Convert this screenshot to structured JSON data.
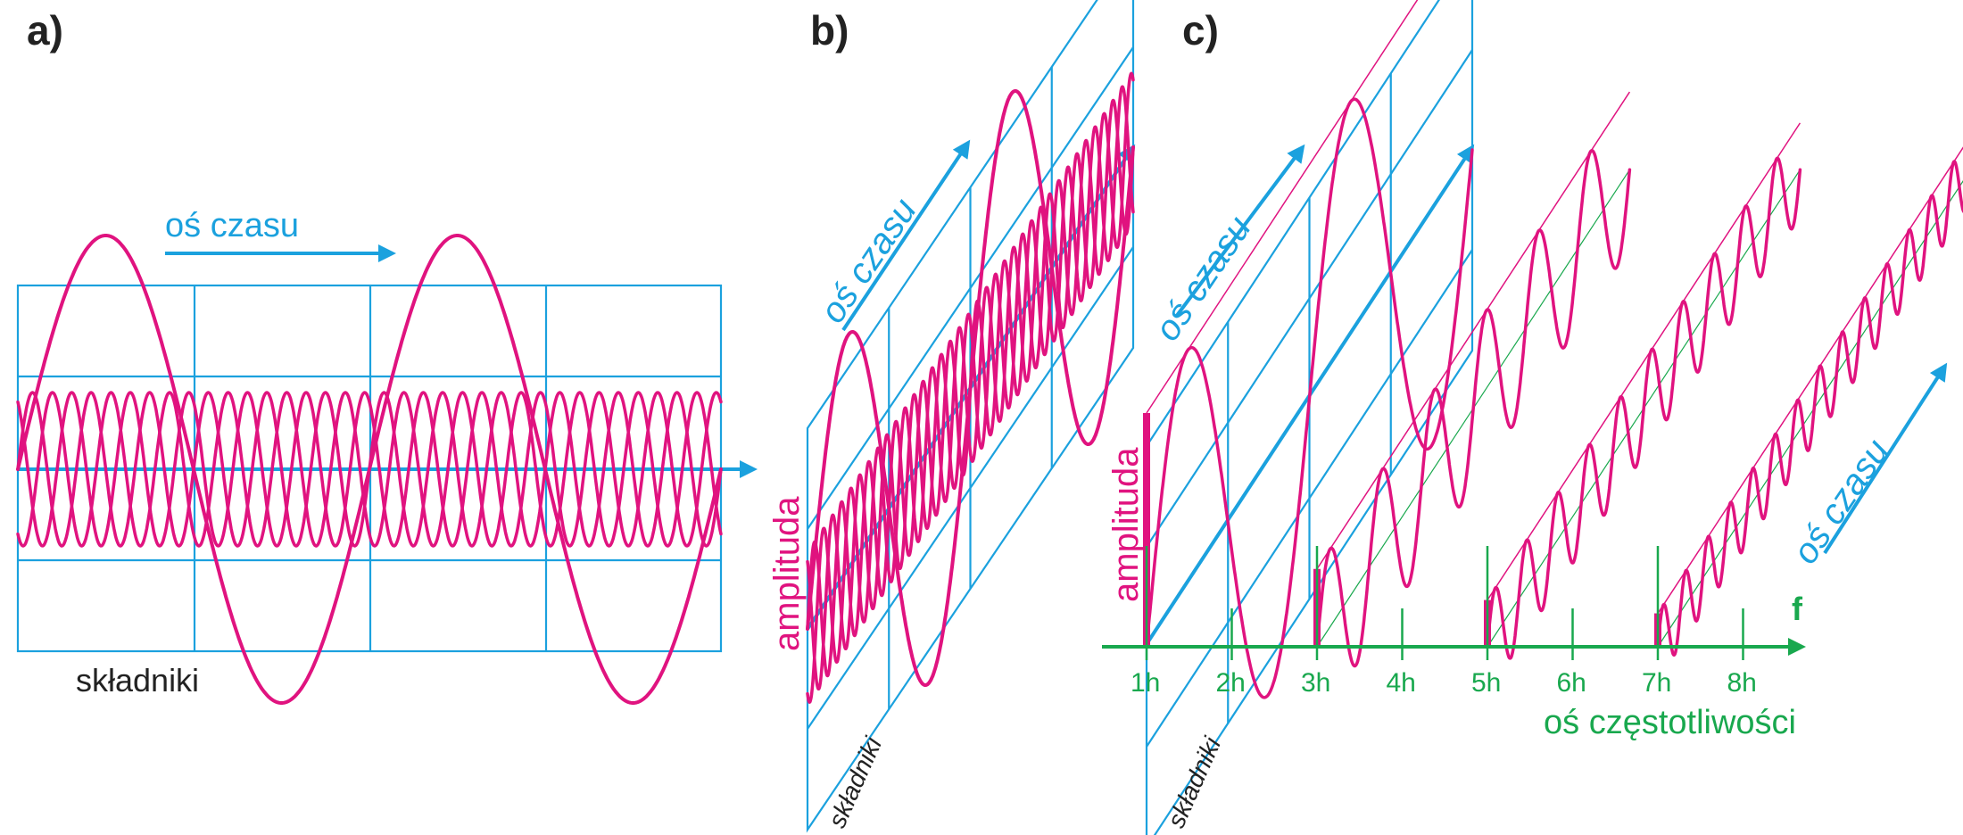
{
  "colors": {
    "grid": "#1ba1de",
    "wave": "#e0137f",
    "frequency": "#19a84e",
    "text_dark": "#222222"
  },
  "panel_a": {
    "label": "a)",
    "time_axis_label": "oś czasu",
    "components_label": "składniki"
  },
  "panel_b": {
    "label": "b)",
    "time_axis_label": "oś czasu",
    "amplitude_label": "amplituda",
    "components_label": "składniki"
  },
  "panel_c": {
    "label": "c)",
    "time_axis_label_1": "oś czasu",
    "time_axis_label_2": "oś czasu",
    "amplitude_label": "amplituda",
    "components_label": "składniki",
    "frequency_symbol": "f",
    "frequency_axis_label": "oś częstotliwości",
    "harmonic_ticks": [
      "1h",
      "2h",
      "3h",
      "4h",
      "5h",
      "6h",
      "7h",
      "8h"
    ],
    "present_harmonics": [
      1,
      3,
      5,
      7
    ]
  },
  "harmonics": [
    {
      "order": 1,
      "relative_amplitude": 1.0
    },
    {
      "order": 3,
      "relative_amplitude": 0.333
    },
    {
      "order": 5,
      "relative_amplitude": 0.2
    },
    {
      "order": 7,
      "relative_amplitude": 0.143
    }
  ]
}
